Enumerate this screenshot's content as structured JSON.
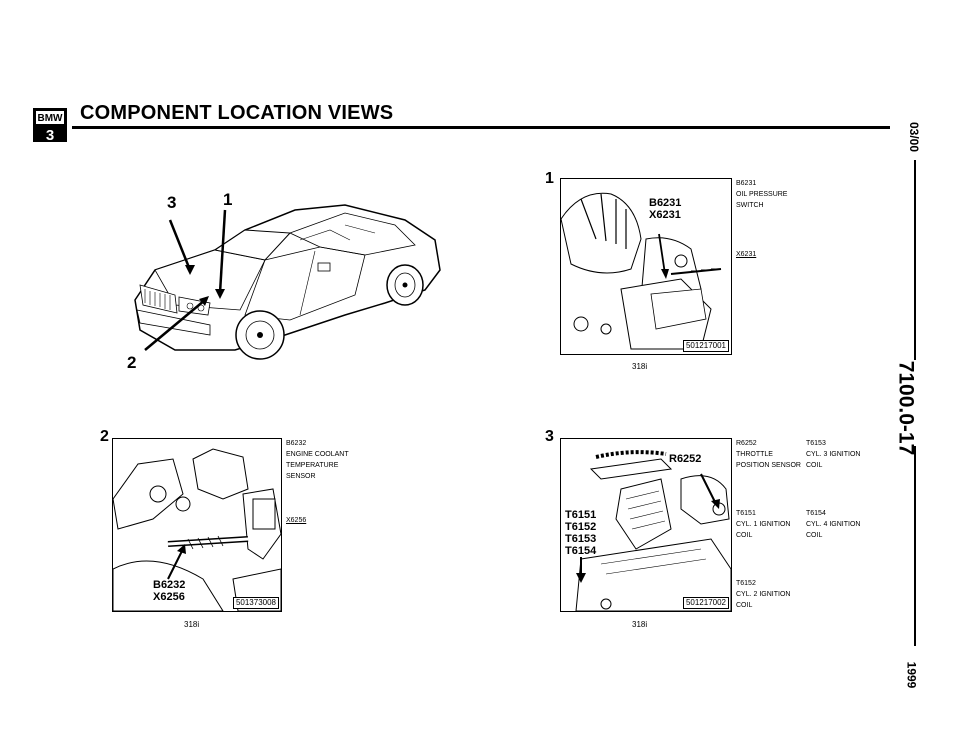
{
  "header": {
    "logo_text": "BMW",
    "logo_model": "3",
    "title": "COMPONENT LOCATION VIEWS"
  },
  "side": {
    "date": "03/00",
    "page": "7100.0-17",
    "year": "1999"
  },
  "car_overview": {
    "markers": [
      "3",
      "1",
      "2"
    ]
  },
  "panel1": {
    "badge": "1",
    "callout": [
      "B6231",
      "X6231"
    ],
    "code": "501217001",
    "model": "318i",
    "legend": [
      {
        "code": "B6231",
        "desc": [
          "OIL PRESSURE",
          "SWITCH"
        ]
      },
      {
        "code": "X6231",
        "desc": []
      }
    ]
  },
  "panel2": {
    "badge": "2",
    "callout": [
      "B6232",
      "X6256"
    ],
    "code": "501373008",
    "model": "318i",
    "legend": [
      {
        "code": "B6232",
        "desc": [
          "ENGINE COOLANT",
          "TEMPERATURE",
          "SENSOR"
        ]
      },
      {
        "code": "X6256",
        "desc": []
      }
    ]
  },
  "panel3": {
    "badge": "3",
    "callout_top": "R6252",
    "callout_list": [
      "T6151",
      "T6152",
      "T6153",
      "T6154"
    ],
    "code": "501217002",
    "model": "318i",
    "legend": [
      {
        "code": "R6252",
        "desc": [
          "THROTTLE",
          "POSITION SENSOR"
        ]
      },
      {
        "code": "T6153",
        "desc": [
          "CYL. 3 IGNITION",
          "COIL"
        ]
      },
      {
        "code": "T6151",
        "desc": [
          "CYL. 1 IGNITION",
          "COIL"
        ]
      },
      {
        "code": "T6154",
        "desc": [
          "CYL. 4 IGNITION",
          "COIL"
        ]
      },
      {
        "code": "T6152",
        "desc": [
          "CYL. 2 IGNITION",
          "COIL"
        ]
      }
    ]
  }
}
